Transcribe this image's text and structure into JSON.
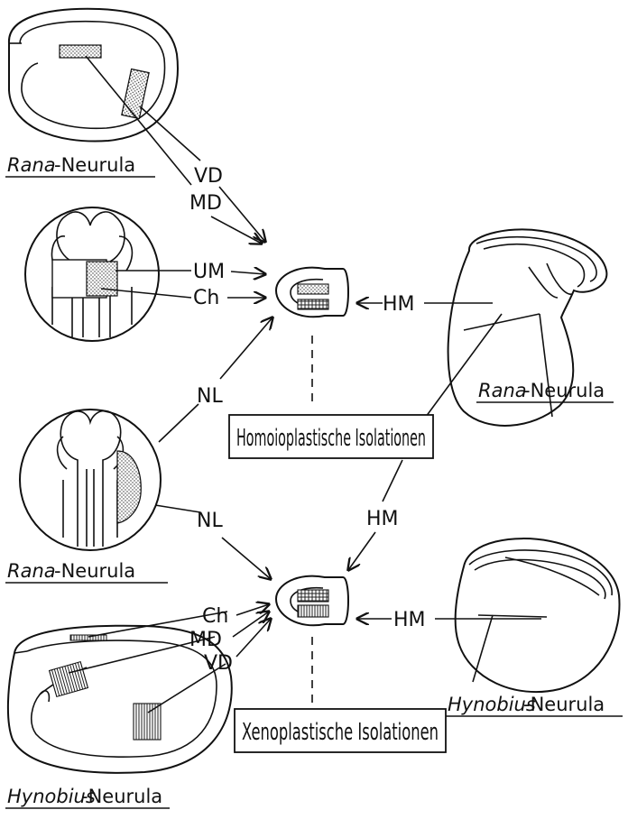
{
  "captions": {
    "rana_top": {
      "genus": "Rana",
      "suffix": "-Neurula"
    },
    "rana_right": {
      "genus": "Rana",
      "suffix": "-Neurula"
    },
    "rana_mid": {
      "genus": "Rana",
      "suffix": "-Neurula"
    },
    "hynobius_right": {
      "genus": "Hynobius",
      "suffix": "-Neurula"
    },
    "hynobius_bottom": {
      "genus": "Hynobius",
      "suffix": "-Neurula"
    }
  },
  "labels": {
    "vd_top": "VD",
    "md_top": "MD",
    "um": "UM",
    "ch_top": "Ch",
    "hm_top": "HM",
    "nl_upper": "NL",
    "nl_lower": "NL",
    "hm_middle": "HM",
    "hm_bottom": "HM",
    "ch_bottom": "Ch",
    "md_bottom": "MD",
    "vd_bottom": "VD"
  },
  "boxes": {
    "homoio": "Homoioplastische Isolationen",
    "xeno": "Xenoplastische Isolationen"
  }
}
